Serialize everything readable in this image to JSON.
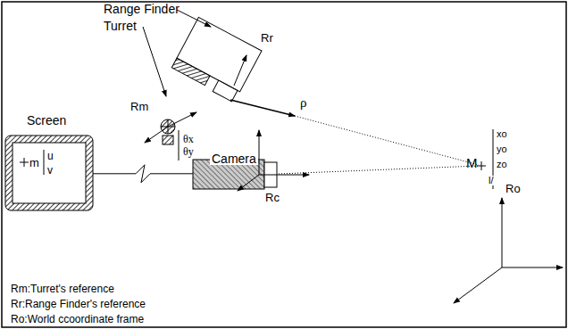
{
  "diagram": {
    "nodes": [
      {
        "text": [
          "Screen"
        ]
      },
      {
        "text": [
          "Camera"
        ]
      }
    ],
    "edges": [
      {
        "from": 0,
        "to": 1,
        "arrow": "none"
      }
    ],
    "labels": [
      "Range Finder",
      "Turret",
      "Rr",
      "Rm",
      "ρ",
      "θx",
      "θy",
      "m",
      "u",
      "v",
      "Rc",
      "M",
      "xo",
      "yo",
      "zo",
      "l/",
      "Ro",
      "Rm:Turret's reference",
      "Rr:Range Finder's reference",
      "Ro:World ccoordinate frame"
    ]
  }
}
